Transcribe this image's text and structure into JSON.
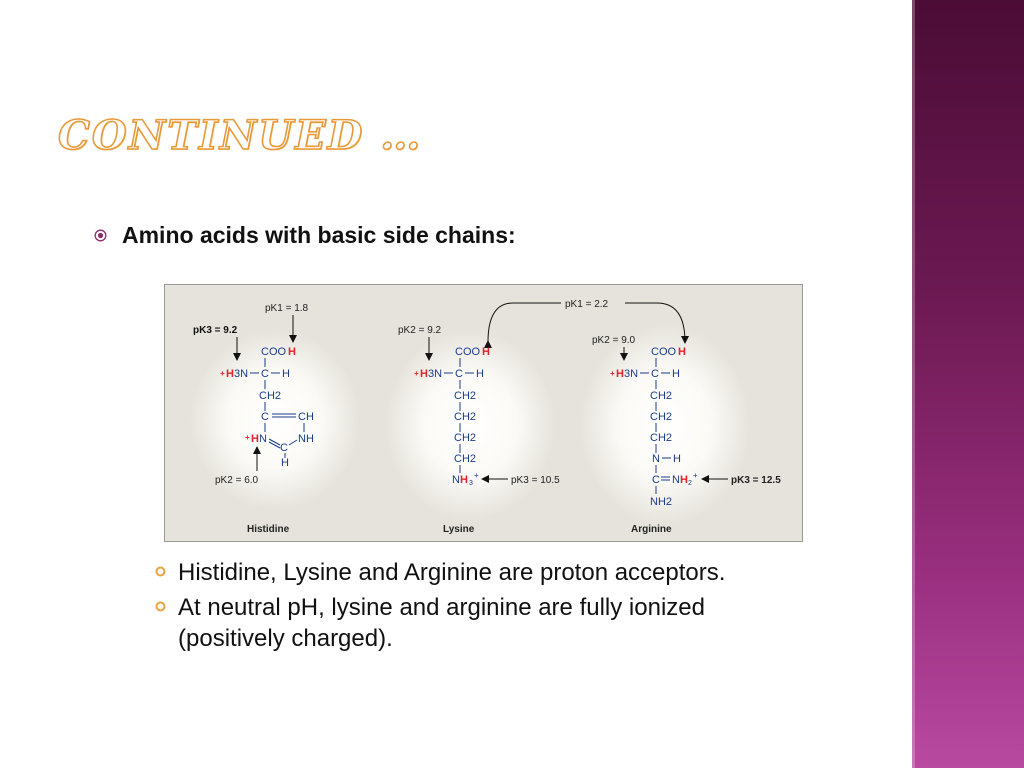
{
  "slide": {
    "title": "CONTINUED …",
    "main_bullet": "Amino acids with basic side chains:",
    "sub_bullets": [
      "Histidine, Lysine and Arginine are proton acceptors.",
      "At neutral pH, lysine and arginine are fully ionized (positively charged)."
    ],
    "colors": {
      "title_outline": "#e89a3a",
      "side_band": "#6e1a54",
      "bullet_orange": "#e8a33a",
      "acid_h_red": "#e0242a",
      "structure_blue": "#1a3c8c",
      "figure_bg": "#e6e3dc"
    }
  },
  "figure": {
    "histidine": {
      "name": "Histidine",
      "pk1": "pK1 = 1.8",
      "pk3": "pK3 = 9.2",
      "pk2": "pK2 = 6.0",
      "cooh": "COO",
      "h_red": "H",
      "amino_plus": "+",
      "amino_h3": "H",
      "amino_rest": "3N",
      "bond_c": "C",
      "bond_h": "H",
      "ch2": "CH2",
      "ring_c": "C",
      "ring_ch": "CH",
      "ring_nplus": "+",
      "ring_hn": "H",
      "ring_n": "N",
      "ring_c2": "C",
      "ring_nh": "NH",
      "ring_h": "H"
    },
    "lysine": {
      "name": "Lysine",
      "pk1_shared": "pK1 = 2.2",
      "pk2": "pK2 = 9.2",
      "pk3": "pK3 = 10.5",
      "cooh": "COO",
      "h_red": "H",
      "amino_plus": "+",
      "amino_h3": "H",
      "amino_rest": "3N",
      "bond_c": "C",
      "bond_h": "H",
      "ch2": "CH2",
      "end_n": "N",
      "end_h": "H",
      "end_sub": "3",
      "end_plus": "+"
    },
    "arginine": {
      "name": "Arginine",
      "pk2": "pK2 = 9.0",
      "pk3": "pK3 = 12.5",
      "cooh": "COO",
      "h_red": "H",
      "amino_plus": "+",
      "amino_h3": "H",
      "amino_rest": "3N",
      "bond_c": "C",
      "bond_h": "H",
      "ch2": "CH2",
      "nh_n": "N",
      "nh_h": "H",
      "guan_c": "C",
      "guan_n": "N",
      "guan_h": "H",
      "guan_sub": "2",
      "guan_plus": "+",
      "nh2": "NH2"
    }
  }
}
